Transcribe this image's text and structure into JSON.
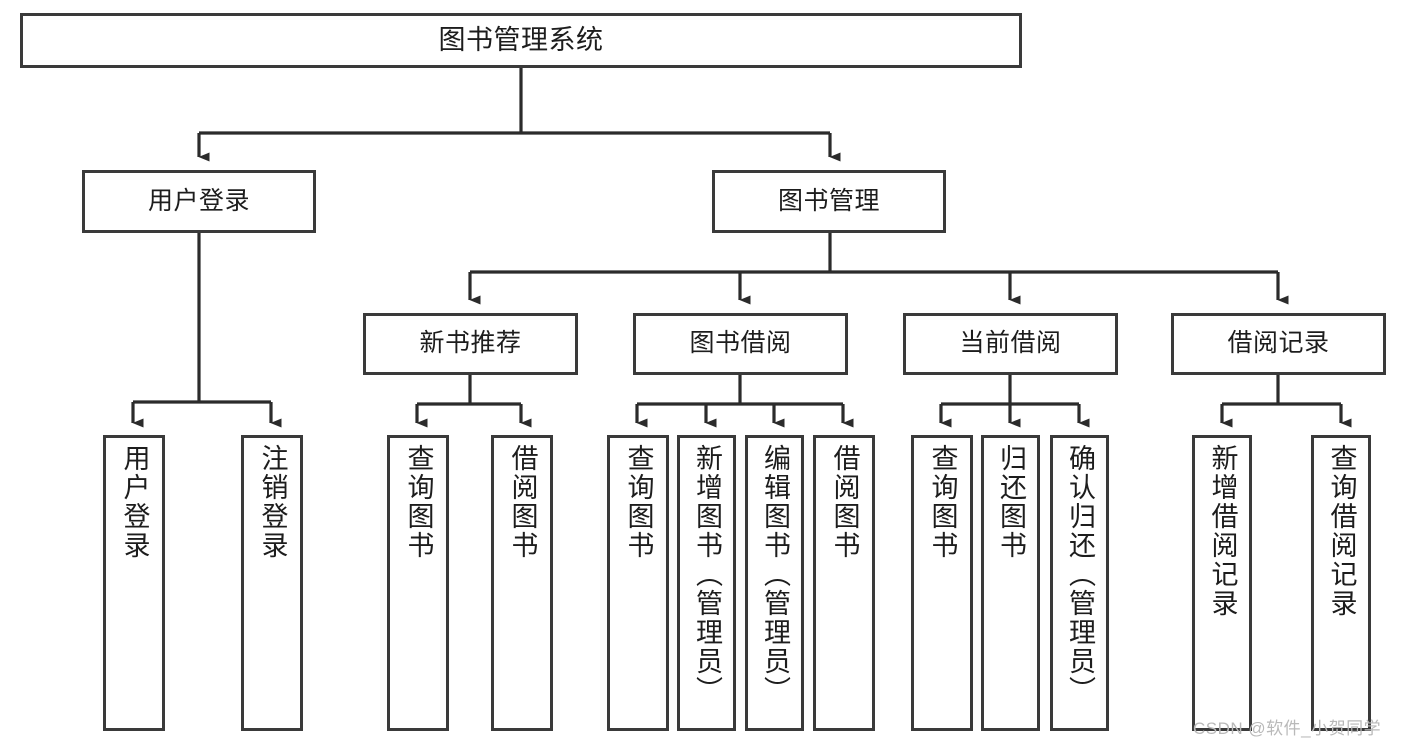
{
  "diagram": {
    "type": "tree",
    "orientation": "top-down",
    "title": "图书管理系统",
    "colors": {
      "box_border": "#3a3a3a",
      "box_fill": "#ffffff",
      "connector": "#2b2b2b",
      "text": "#1d1d1d",
      "watermark": "#b9b9b9",
      "background": "#ffffff"
    },
    "levels": {
      "root": "图书管理系统",
      "level1": [
        "用户登录",
        "图书管理"
      ],
      "level2": [
        "新书推荐",
        "图书借阅",
        "当前借阅",
        "借阅记录"
      ],
      "level3": [
        "用户登录",
        "注销登录",
        "查询图书",
        "借阅图书",
        "查询图书",
        "新增图书（管理员）",
        "编辑图书（管理员）",
        "借阅图书",
        "查询图书",
        "归还图书",
        "确认归还（管理员）",
        "新增借阅记录",
        "查询借阅记录"
      ]
    },
    "nodes": {
      "root": {
        "label": "图书管理系统"
      },
      "user_login": {
        "label": "用户登录"
      },
      "book_manage": {
        "label": "图书管理"
      },
      "new_book_rec": {
        "label": "新书推荐"
      },
      "book_borrow": {
        "label": "图书借阅"
      },
      "current_borrow": {
        "label": "当前借阅"
      },
      "borrow_record": {
        "label": "借阅记录"
      },
      "leaf_user_login": {
        "label": "用户登录"
      },
      "leaf_logout": {
        "label": "注销登录"
      },
      "leaf_query_book_1": {
        "label": "查询图书"
      },
      "leaf_borrow_book_1": {
        "label": "借阅图书"
      },
      "leaf_query_book_2": {
        "label": "查询图书"
      },
      "leaf_add_book_admin": {
        "label": "新增图书（管理员）"
      },
      "leaf_edit_book_admin": {
        "label": "编辑图书（管理员）"
      },
      "leaf_borrow_book_2": {
        "label": "借阅图书"
      },
      "leaf_query_book_3": {
        "label": "查询图书"
      },
      "leaf_return_book": {
        "label": "归还图书"
      },
      "leaf_confirm_return_admin": {
        "label": "确认归还（管理员）"
      },
      "leaf_add_record": {
        "label": "新增借阅记录"
      },
      "leaf_query_record": {
        "label": "查询借阅记录"
      }
    },
    "edges": [
      {
        "from": "root",
        "to": "user_login"
      },
      {
        "from": "root",
        "to": "book_manage"
      },
      {
        "from": "user_login",
        "to": "leaf_user_login"
      },
      {
        "from": "user_login",
        "to": "leaf_logout"
      },
      {
        "from": "book_manage",
        "to": "new_book_rec"
      },
      {
        "from": "book_manage",
        "to": "book_borrow"
      },
      {
        "from": "book_manage",
        "to": "current_borrow"
      },
      {
        "from": "book_manage",
        "to": "borrow_record"
      },
      {
        "from": "new_book_rec",
        "to": "leaf_query_book_1"
      },
      {
        "from": "new_book_rec",
        "to": "leaf_borrow_book_1"
      },
      {
        "from": "book_borrow",
        "to": "leaf_query_book_2"
      },
      {
        "from": "book_borrow",
        "to": "leaf_add_book_admin"
      },
      {
        "from": "book_borrow",
        "to": "leaf_edit_book_admin"
      },
      {
        "from": "book_borrow",
        "to": "leaf_borrow_book_2"
      },
      {
        "from": "current_borrow",
        "to": "leaf_query_book_3"
      },
      {
        "from": "current_borrow",
        "to": "leaf_return_book"
      },
      {
        "from": "current_borrow",
        "to": "leaf_confirm_return_admin"
      },
      {
        "from": "borrow_record",
        "to": "leaf_add_record"
      },
      {
        "from": "borrow_record",
        "to": "leaf_query_record"
      }
    ]
  },
  "watermark": {
    "text": "CSDN @软件_小贺同学"
  }
}
